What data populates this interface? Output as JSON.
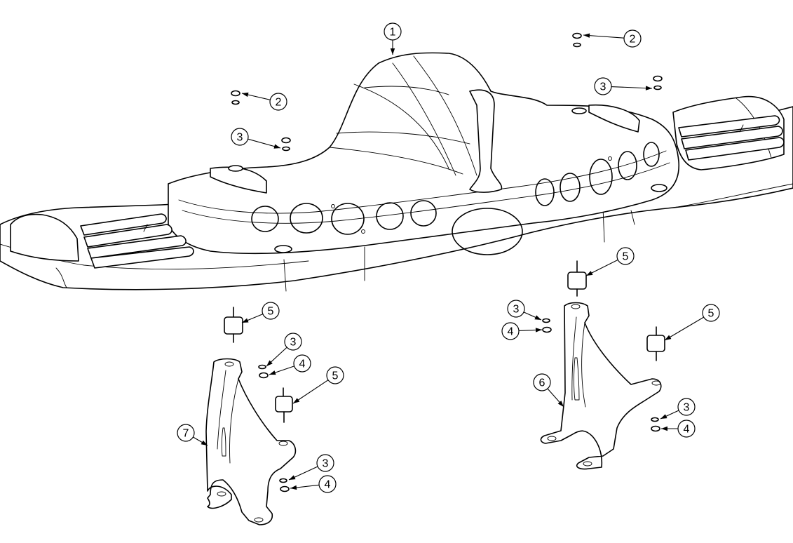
{
  "diagram": {
    "callouts": [
      {
        "number": "1"
      },
      {
        "number": "2"
      },
      {
        "number": "2"
      },
      {
        "number": "3"
      },
      {
        "number": "3"
      },
      {
        "number": "3"
      },
      {
        "number": "3"
      },
      {
        "number": "3"
      },
      {
        "number": "3"
      },
      {
        "number": "4"
      },
      {
        "number": "4"
      },
      {
        "number": "4"
      },
      {
        "number": "4"
      },
      {
        "number": "5"
      },
      {
        "number": "5"
      },
      {
        "number": "5"
      },
      {
        "number": "5"
      },
      {
        "number": "6"
      },
      {
        "number": "7"
      }
    ]
  }
}
